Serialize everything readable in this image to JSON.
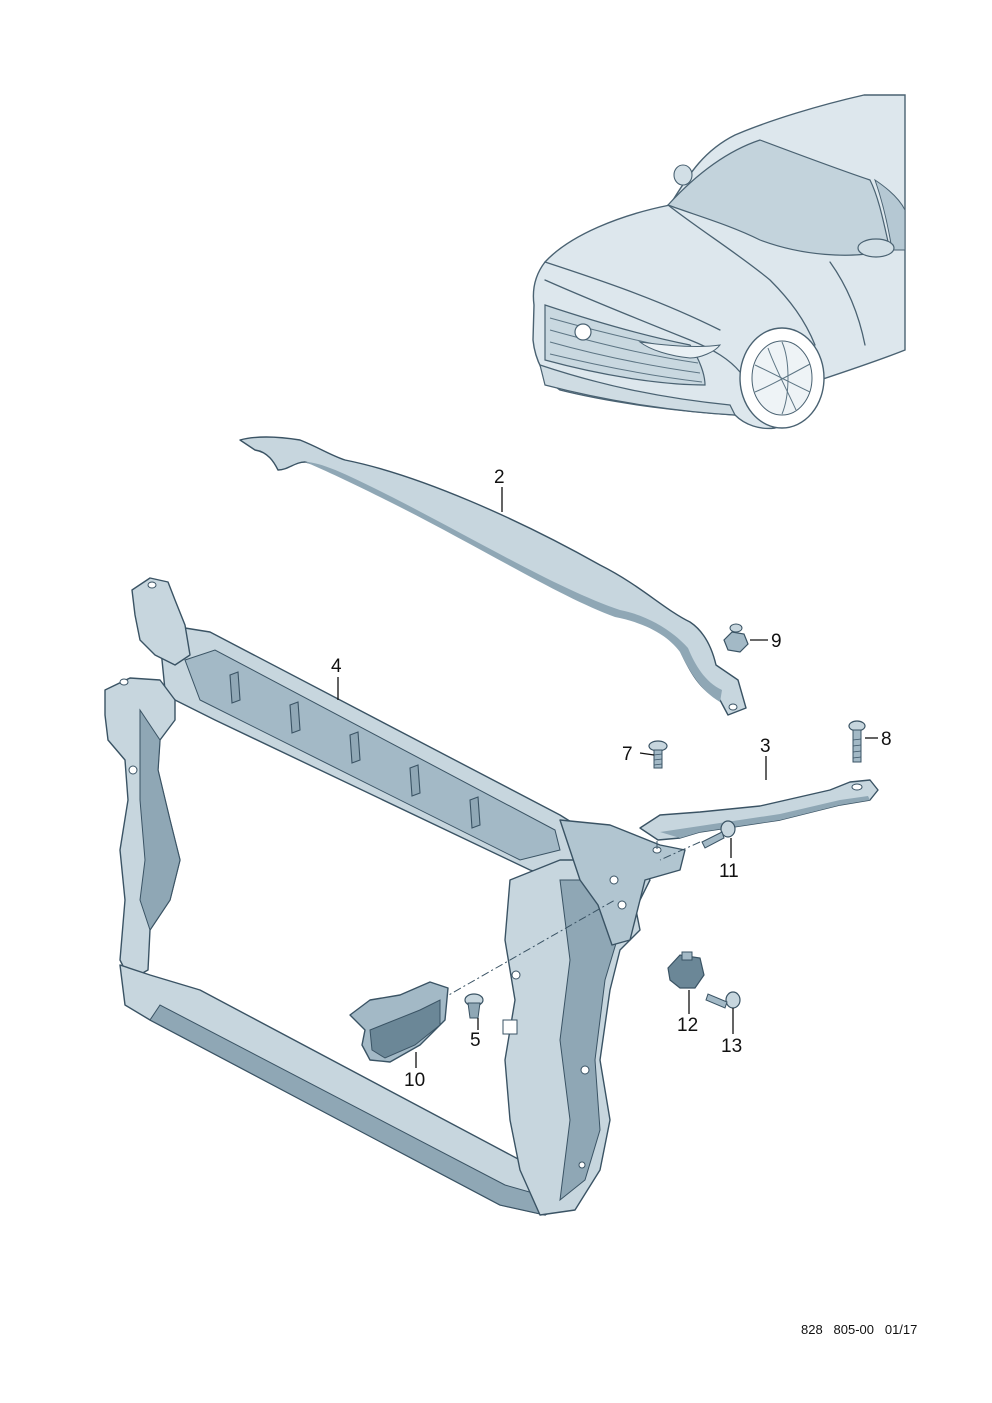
{
  "diagram": {
    "callouts": {
      "c2": "2",
      "c3": "3",
      "c4": "4",
      "c5": "5",
      "c7": "7",
      "c8": "8",
      "c9": "9",
      "c10": "10",
      "c11": "11",
      "c12": "12",
      "c13": "13"
    },
    "footer": "828   805-00   01/17",
    "colors": {
      "part_fill": "#c7d6de",
      "part_shadow": "#8fa7b5",
      "part_dark": "#6b8797",
      "outline": "#3a5364",
      "car_fill": "#dde7ed"
    }
  }
}
